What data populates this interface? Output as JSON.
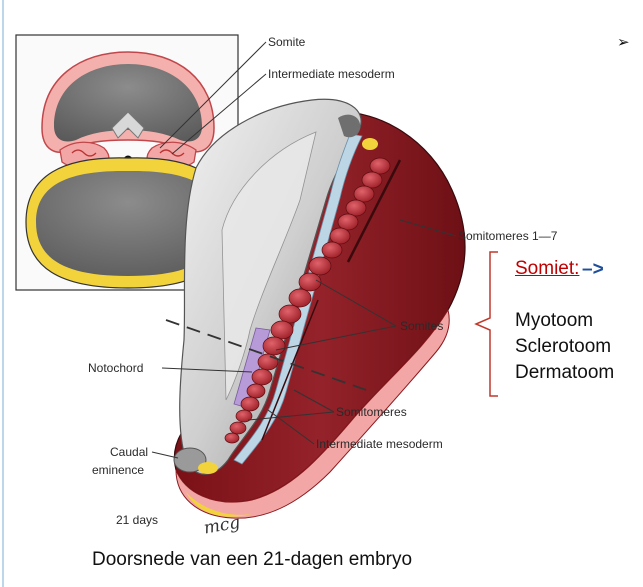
{
  "labels": {
    "somite": "Somite",
    "intermediate_mesoderm_top": "Intermediate mesoderm",
    "somitomeres_1_7": "Somitomeres 1—7",
    "somites": "Somites",
    "notochord": "Notochord",
    "somitomeres": "Somitomeres",
    "caudal_1": "Caudal",
    "caudal_2": "eminence",
    "intermediate_mesoderm_bottom": "Intermediate mesoderm",
    "days": "21 days",
    "signature": "mcg"
  },
  "side_panel": {
    "title": "Somiet:",
    "arrow": "–>",
    "items": [
      "Myotoom",
      "Sclerotoom",
      "Dermatoom"
    ]
  },
  "caption": "Doorsnede van een 21-dagen embryo",
  "colors": {
    "mesoderm_dark": "#8b1a1f",
    "somite_red": "#b02a2f",
    "ectoderm_grey": "#c9c9c9",
    "blue_layer": "#bcd6e6",
    "yellow_layer": "#f3d33b",
    "pink_layer": "#f2a7a6",
    "bracket_red": "#c0392b",
    "title_red": "#c00000",
    "arrow_blue": "#1f4e9b"
  }
}
